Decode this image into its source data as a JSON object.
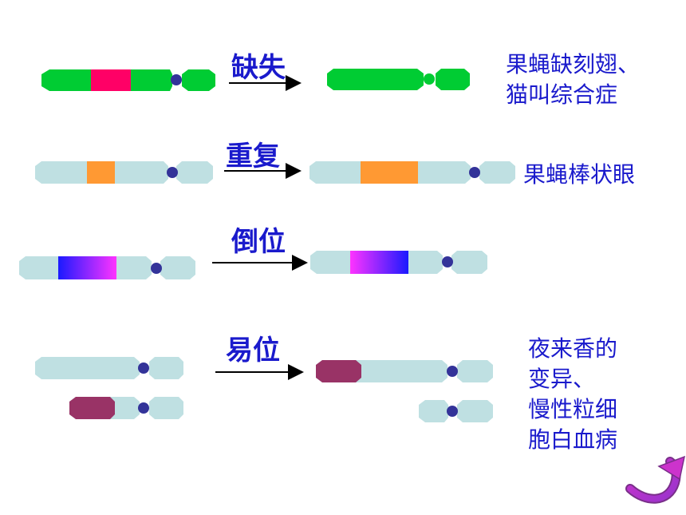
{
  "rows": [
    {
      "label": "缺失",
      "examples": [
        "果蝇缺刻翅、",
        "猫叫综合症"
      ]
    },
    {
      "label": "重复",
      "examples": [
        "果蝇棒状眼"
      ]
    },
    {
      "label": "倒位",
      "examples": []
    },
    {
      "label": "易位",
      "examples": [
        "夜来香的",
        "变异、",
        "慢性粒细",
        "胞白血病"
      ]
    }
  ],
  "colors": {
    "text": "#1a1acc",
    "chromosome_green": "#00cc33",
    "chromosome_light": "#bfe0e2",
    "deleted_segment": "#ff0066",
    "duplicated_segment": "#ff9933",
    "inverted_gradient": [
      "#1a1aff",
      "#ff33ff"
    ],
    "translocated_segment": "#993366",
    "centromere": "#333399"
  },
  "icons": [
    "return-arrow-icon"
  ]
}
